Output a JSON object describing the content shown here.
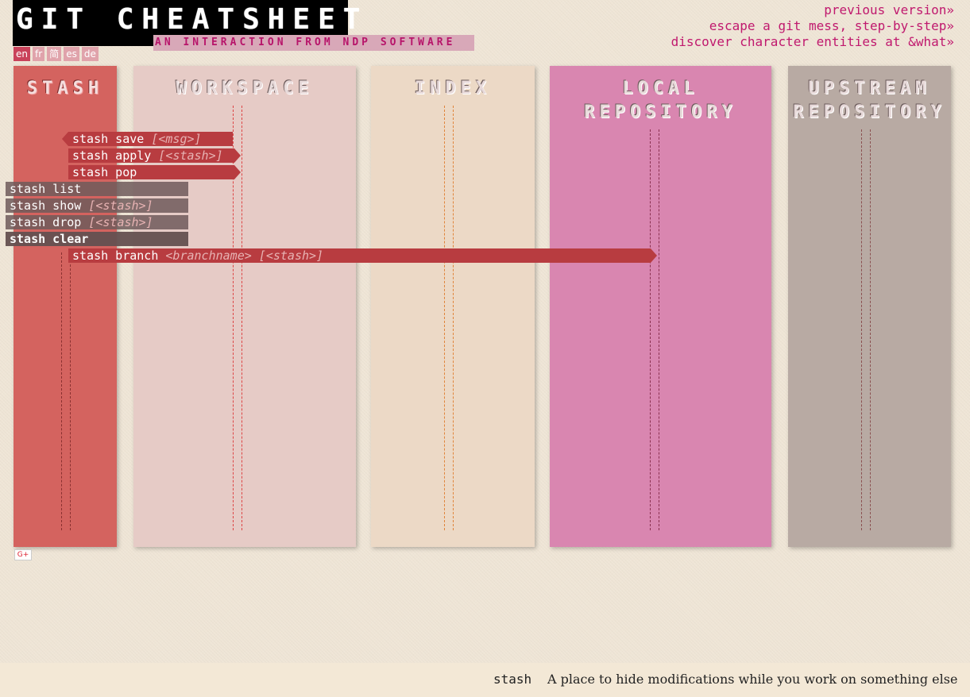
{
  "header": {
    "title": "GIT CHEATSHEET",
    "subtitle": "AN INTERACTION FROM NDP SOFTWARE",
    "languages": [
      "en",
      "fr",
      "简",
      "es",
      "de"
    ],
    "links": [
      "previous version»",
      "escape a git mess, step-by-step»",
      "discover character entities at &what»"
    ]
  },
  "columns": [
    {
      "name": "STASH"
    },
    {
      "name": "WORKSPACE"
    },
    {
      "name": "INDEX"
    },
    {
      "name": "LOCAL REPOSITORY",
      "l1": "LOCAL",
      "l2": "REPOSITORY"
    },
    {
      "name": "UPSTREAM REPOSITORY",
      "l1": "UPSTREAM",
      "l2": "REPOSITORY"
    }
  ],
  "commands": [
    {
      "cmd": "stash save ",
      "arg": "[<msg>]"
    },
    {
      "cmd": "stash apply ",
      "arg": "[<stash>]"
    },
    {
      "cmd": "stash pop",
      "arg": ""
    },
    {
      "cmd": "stash list",
      "arg": ""
    },
    {
      "cmd": "stash show ",
      "arg": "[<stash>]"
    },
    {
      "cmd": "stash drop ",
      "arg": "[<stash>]"
    },
    {
      "cmd": "stash clear",
      "arg": ""
    },
    {
      "cmd": "stash branch ",
      "arg": "<branchname> [<stash>]"
    }
  ],
  "social": {
    "gplus": "G+"
  },
  "footer": {
    "term": "stash",
    "description": "A place to hide modifications while you work on something else"
  },
  "colors": {
    "stash": "#d4635f",
    "workspace": "#e6cbc6",
    "index": "#ecd9c6",
    "local": "#d986b0",
    "upstream": "#b8aaa3",
    "command": "#b83c40"
  }
}
